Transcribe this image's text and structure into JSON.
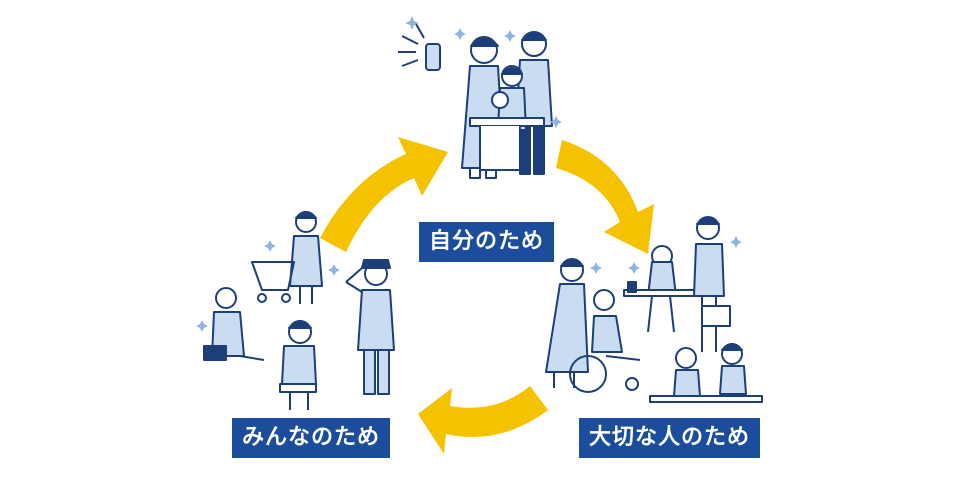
{
  "labels": {
    "self": "自分のため",
    "loved_ones": "大切な人のため",
    "everyone": "みんなのため"
  },
  "colors": {
    "arrow": "#f5c200",
    "label_bg": "#1c4d9c",
    "label_text": "#ffffff",
    "figure_fill": "#c9dcf2",
    "figure_line": "#1c3f7a",
    "sparkle": "#8fb4e0"
  },
  "icons": [
    "family-illustration-icon",
    "caregiver-wheelchair-illustration-icon",
    "office-worker-illustration-icon",
    "children-illustration-icon",
    "shopper-cart-illustration-icon",
    "counseling-illustration-icon",
    "police-officer-illustration-icon",
    "cycle-arrow-icon",
    "sparkle-icon"
  ]
}
